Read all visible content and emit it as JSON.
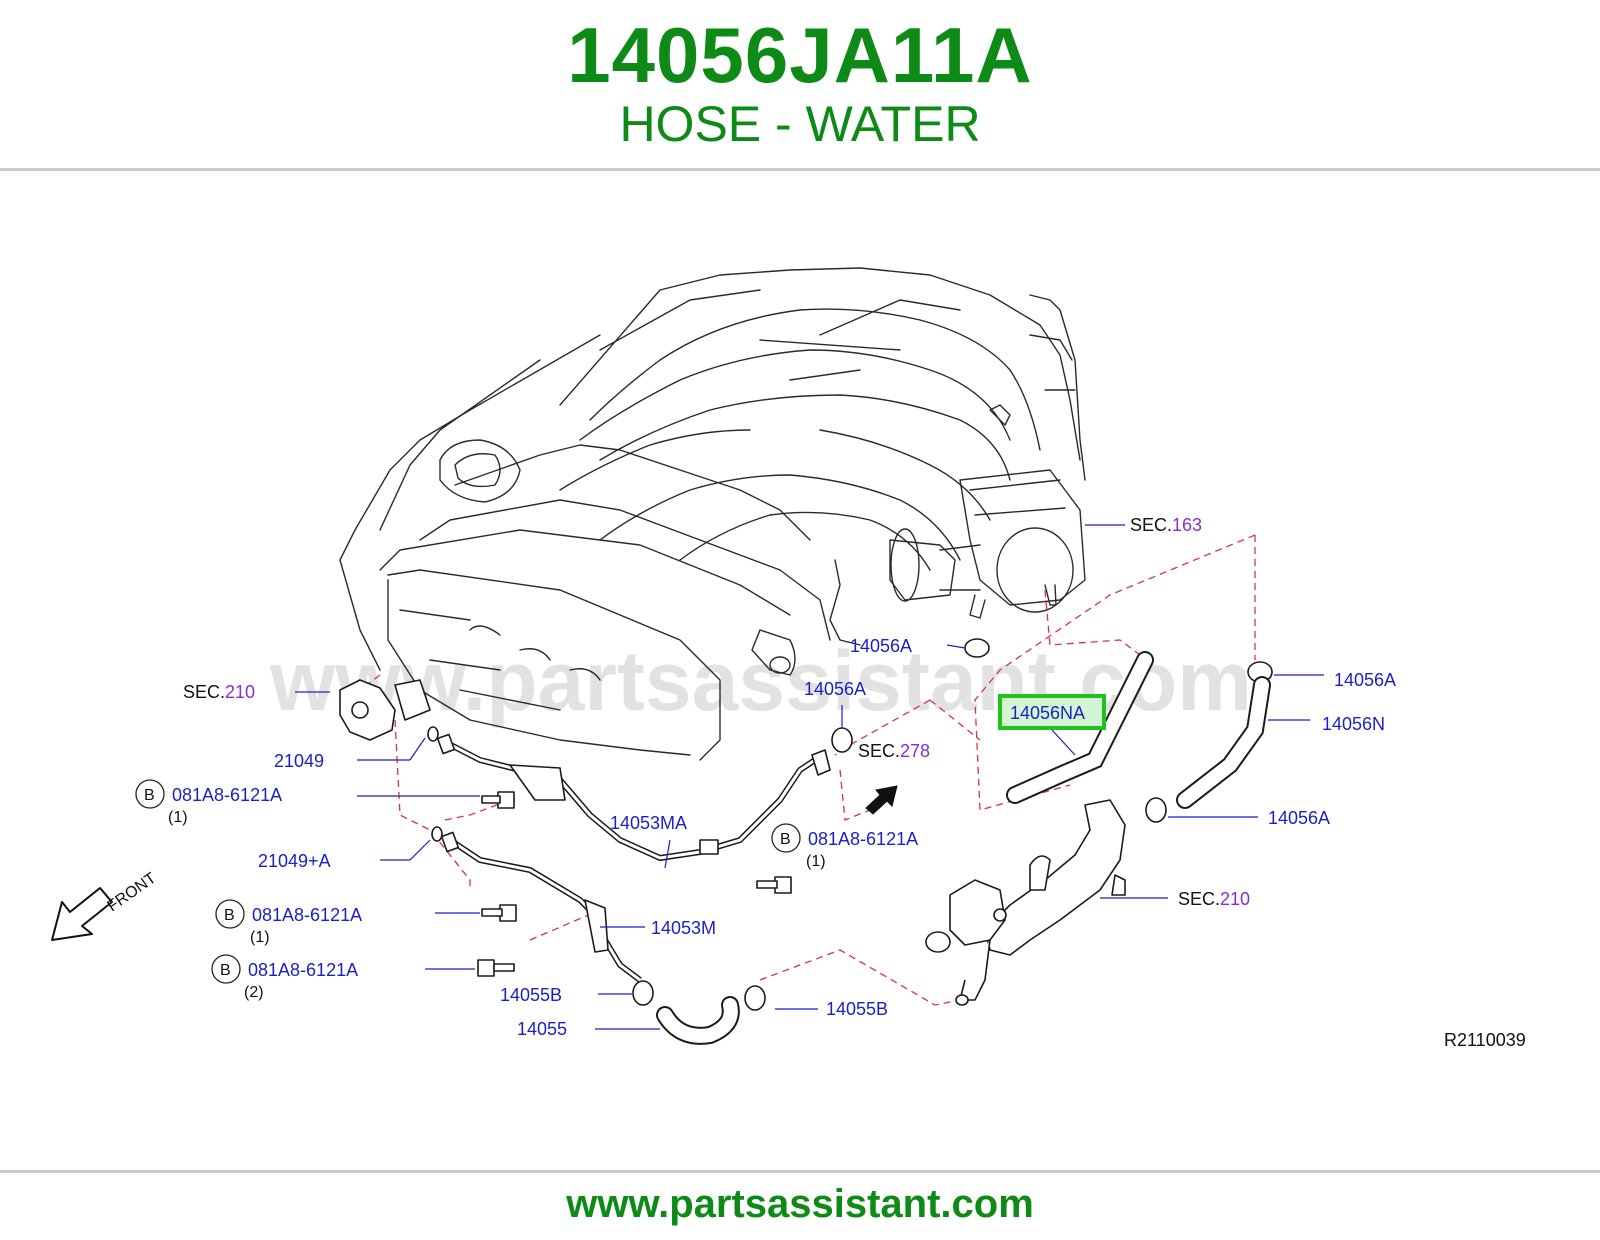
{
  "header": {
    "part_number": "14056JA11A",
    "part_name": "HOSE - WATER"
  },
  "footer": {
    "url": "www.partsassistant.com"
  },
  "diagram": {
    "watermark": "www.partsassistant.com",
    "front_label": "FRONT",
    "drawing_code": "R2110039",
    "highlighted_part": "14056NA",
    "highlight_color": "#1fc21f",
    "callouts": {
      "sec163_prefix": "SEC.",
      "sec163_num": "163",
      "sec210a_prefix": "SEC.",
      "sec210a_num": "210",
      "sec278_prefix": "SEC.",
      "sec278_num": "278",
      "sec210b_prefix": "SEC.",
      "sec210b_num": "210",
      "p14056A_1": "14056A",
      "p14056A_2": "14056A",
      "p14056A_3": "14056A",
      "p14056A_4": "14056A",
      "p14056N": "14056N",
      "p14056NA": "14056NA",
      "p21049": "21049",
      "p21049A": "21049+A",
      "p14053MA": "14053MA",
      "p14053M": "14053M",
      "p14055B_1": "14055B",
      "p14055B_2": "14055B",
      "p14055": "14055",
      "bolt_1": "081A8-6121A",
      "bolt_1_qty": "(1)",
      "bolt_2": "081A8-6121A",
      "bolt_2_qty": "(1)",
      "bolt_3": "081A8-6121A",
      "bolt_3_qty": "(1)",
      "bolt_4": "081A8-6121A",
      "bolt_4_qty": "(2)",
      "bolt_marker": "B"
    }
  }
}
